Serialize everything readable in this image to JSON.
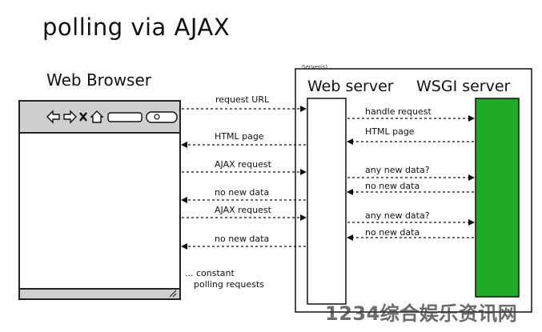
{
  "title": "polling via AJAX",
  "browser": {
    "label": "Web Browser",
    "toolbar_icons": [
      "back-arrow-icon",
      "forward-arrow-icon",
      "close-x-icon",
      "home-icon",
      "address-bar",
      "search-field"
    ]
  },
  "servers": {
    "group_label": "Server(s)",
    "web_server": "Web server",
    "wsgi_server": "WSGI server",
    "wsgi_color": "#1faa27"
  },
  "browser_messages": [
    "request URL",
    "HTML page",
    "AJAX request",
    "no new data",
    "AJAX request",
    "no new data"
  ],
  "server_messages": [
    "handle request",
    "HTML page",
    "any new data?",
    "no new data",
    "any new data?",
    "no new data"
  ],
  "note": {
    "line1": "... constant",
    "line2": "polling requests"
  },
  "watermark": "1234综合娱乐资讯网"
}
